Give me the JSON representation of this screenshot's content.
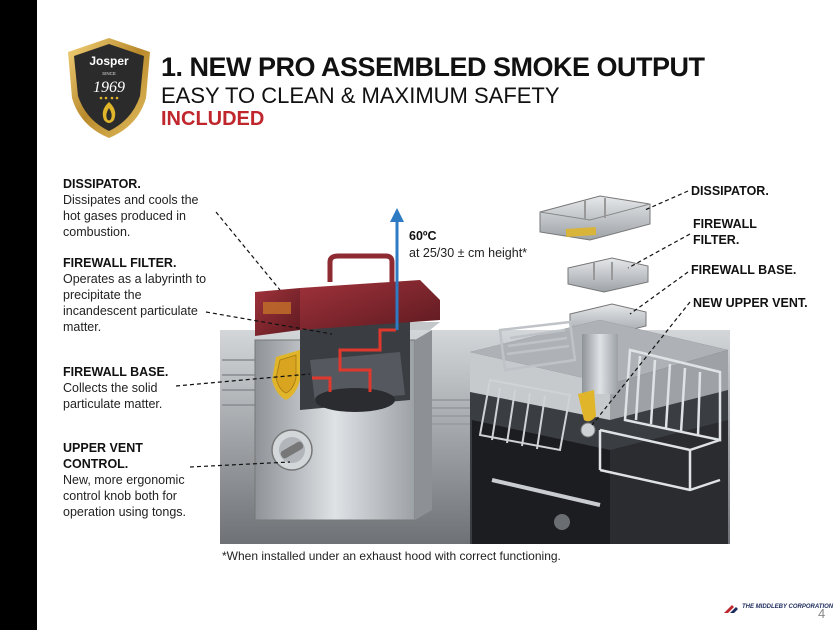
{
  "header": {
    "title": "1. NEW PRO ASSEMBLED SMOKE OUTPUT",
    "subtitle": "EASY TO CLEAN & MAXIMUM SAFETY",
    "tag": "INCLUDED"
  },
  "logo": {
    "brand": "Josper",
    "since": "SINCE",
    "year": "1969"
  },
  "left_callouts": [
    {
      "title": "DISSIPATOR.",
      "body": "Dissipates and cools the hot gases produced in combustion."
    },
    {
      "title": "FIREWALL FILTER.",
      "body": "Operates as a labyrinth to precipitate the incandescent particulate matter."
    },
    {
      "title": "FIREWALL BASE.",
      "body": "Collects the solid particulate matter."
    },
    {
      "title": "UPPER VENT CONTROL.",
      "body": "New, more ergonomic control knob both for operation using tongs."
    }
  ],
  "right_labels": [
    "DISSIPATOR.",
    "FIREWALL FILTER.",
    "FIREWALL BASE.",
    "NEW UPPER VENT."
  ],
  "temperature": {
    "value": "60ºC",
    "note": "at 25/30 ± cm height*"
  },
  "footnote": "*When installed under an exhaust hood with correct functioning.",
  "footer": {
    "corporation": "THE MIDDLEBY CORPORATION",
    "page": "4"
  },
  "colors": {
    "accent_red": "#c0272d",
    "left_bar": "#000000",
    "arrow_blue": "#2e7bc4",
    "steel": "#b9bdc2",
    "gold": "#e0b52a"
  }
}
